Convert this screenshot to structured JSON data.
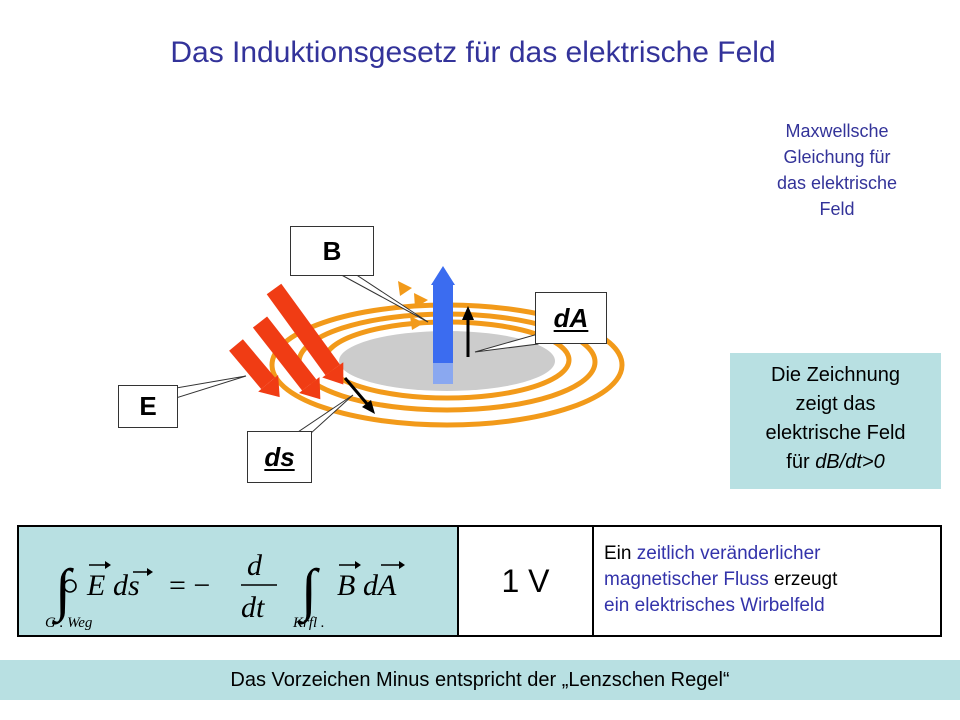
{
  "title": "Das Induktionsgesetz für das elektrische Feld",
  "maxwell_note": [
    "Maxwellsche",
    "Gleichung für",
    "das elektrische",
    "Feld"
  ],
  "labels": {
    "B": "B",
    "dA": "dA",
    "E": "E",
    "ds": "ds"
  },
  "drawing_note": {
    "line1": "Die Zeichnung",
    "line2": "zeigt das",
    "line3": "elektrische Feld",
    "line4_prefix": "für ",
    "line4_italic": "dB/dt>0"
  },
  "equation": {
    "E": "E",
    "ds": "ds",
    "equals_minus": "= −",
    "d": "d",
    "dt": "dt",
    "B": "B",
    "dA": "dA",
    "lower_left": "G . Weg",
    "lower_right": "Krfl ."
  },
  "unit": "1 V",
  "description": {
    "p1": "Ein ",
    "p2": "zeitlich veränderlicher",
    "p3": "magnetischer Fluss",
    "p4": " erzeugt",
    "p5": "ein elektrisches Wirbelfeld"
  },
  "footer": "Das Vorzeichen Minus entspricht der „Lenzschen Regel“",
  "colors": {
    "title": "#33339a",
    "rings": "#f29a1a",
    "arrows_E": "#f03c14",
    "B_arrow": "#3b6cf0",
    "disk": "#cccccc",
    "panel": "#b8e0e2"
  }
}
